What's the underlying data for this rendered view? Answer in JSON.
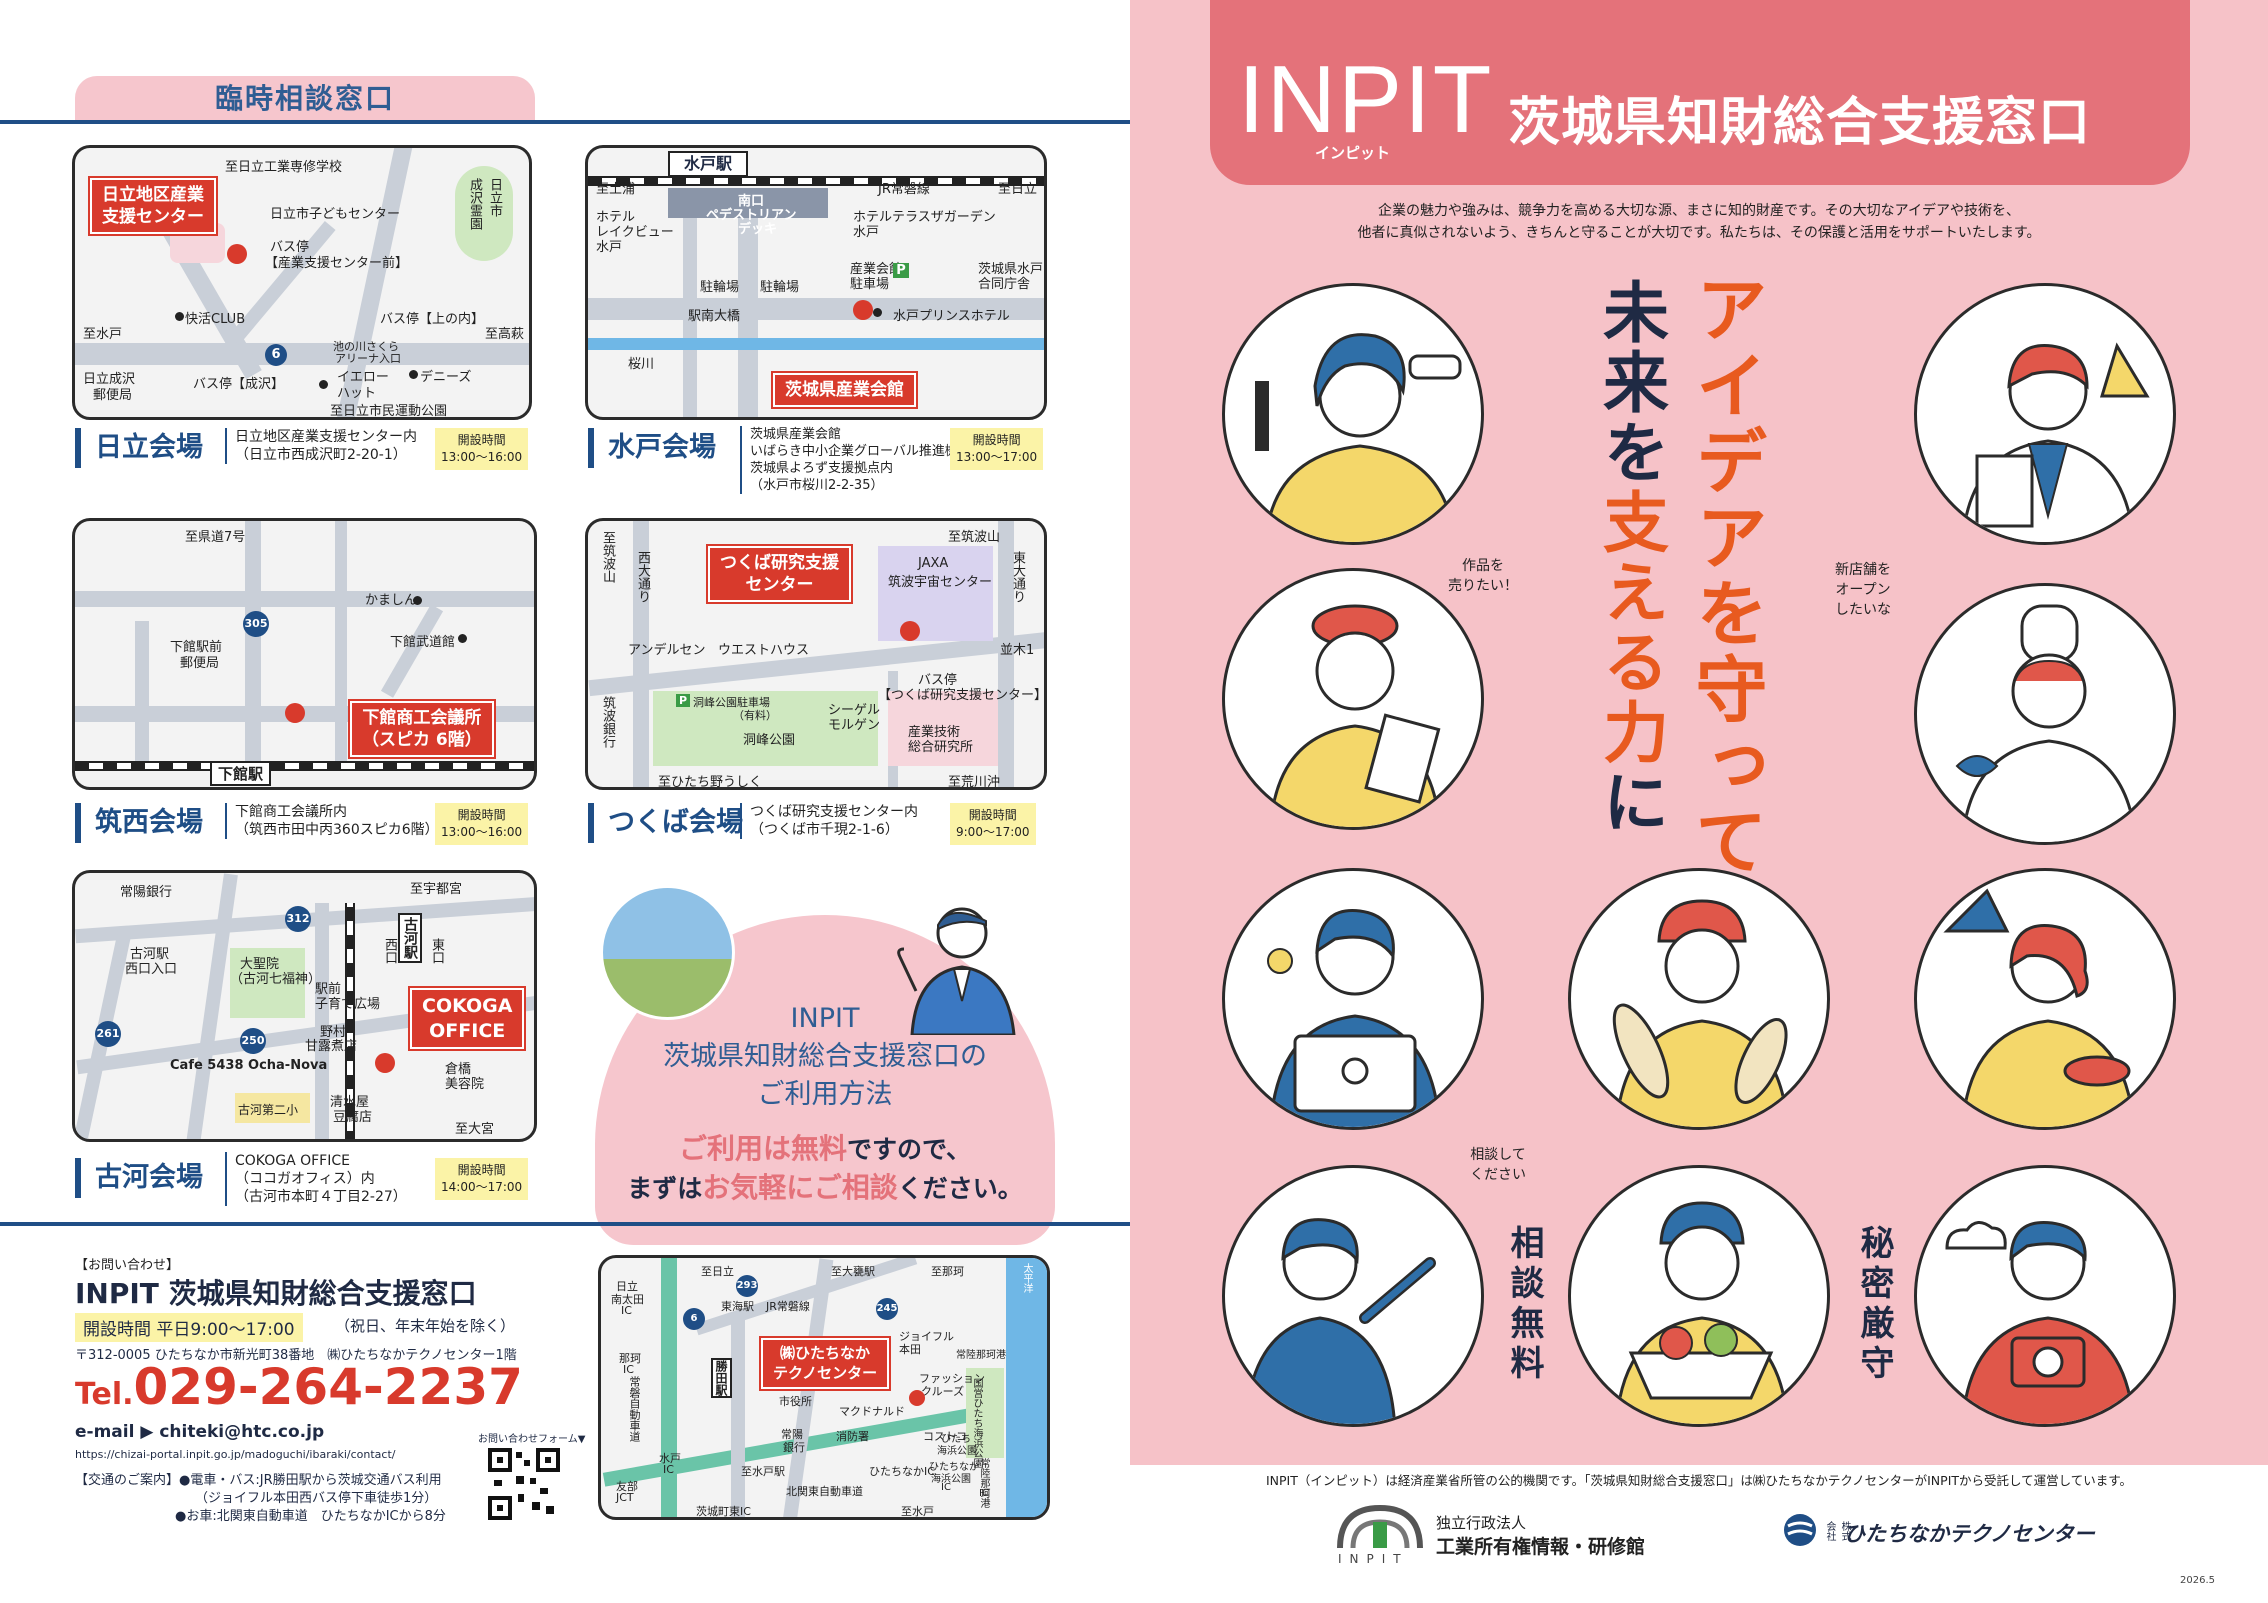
{
  "left": {
    "temp_title": "臨時相談窓口",
    "maps": {
      "hitachi": {
        "labels": [
          "至日立工業専修学校",
          "日立市子どもセンター",
          "バス停",
          "【産業支援センター前】",
          "快活CLUB",
          "至水戸",
          "日立成沢",
          "郵便局",
          "バス停【成沢】",
          "池の川さくら",
          "アリーナ入口",
          "イエロー",
          "ハット",
          "デニーズ",
          "至日立市民運動公園",
          "バス停【上の内】",
          "至高萩",
          "成沢霊園",
          "日立市",
          "6"
        ],
        "callout": [
          "日立地区産業",
          "支援センター"
        ]
      },
      "mito": {
        "labels": [
          "水戸駅",
          "至土浦",
          "JR常磐線",
          "至日立",
          "南口",
          "ペデストリアン",
          "デッキ",
          "ホテル",
          "レイクビュー",
          "水戸",
          "ホテルテラスザガーデン",
          "水戸",
          "産業会館",
          "駐車場",
          "茨城県水戸",
          "合同庁舎",
          "駐輪場",
          "駐輪場",
          "駅南大橋",
          "水戸プリンスホテル",
          "桜川",
          "P"
        ],
        "callout": [
          "茨城県産業会館"
        ]
      },
      "chikusei": {
        "labels": [
          "至県道7号",
          "かましん",
          "下館駅前",
          "郵便局",
          "下館武道館",
          "下館駅",
          "305"
        ],
        "callout": [
          "下館商工会議所",
          "（スピカ 6階）"
        ]
      },
      "tsukuba": {
        "labels": [
          "至筑波山",
          "至筑波山",
          "西大通り",
          "東大通り",
          "JAXA",
          "筑波宇宙センター",
          "並木1",
          "アンデルセン",
          "ウエストハウス",
          "バス停",
          "【つくば研究支援センター】",
          "筑波銀行",
          "洞峰公園駐車場",
          "（有料）",
          "洞峰公園",
          "シーゲル",
          "モルゲン",
          "産業技術",
          "総合研究所",
          "至ひたち野うしく",
          "至荒川沖",
          "P"
        ],
        "callout": [
          "つくば研究支援",
          "センター"
        ]
      },
      "koga": {
        "labels": [
          "常陽銀行",
          "至宇都宮",
          "古河駅",
          "西口入口",
          "大聖院",
          "（古河七福神）",
          "駅前",
          "子育て広場",
          "野村",
          "甘露煮店",
          "Cafe 5438 Ocha-Nova",
          "倉橋",
          "美容院",
          "清水屋",
          "豆腐店",
          "古河第二小",
          "至大宮",
          "古河駅",
          "西口",
          "東口",
          "312",
          "261",
          "250"
        ],
        "callout": [
          "COKOGA",
          "OFFICE"
        ]
      }
    },
    "venues": [
      {
        "name": "日立会場",
        "addr1": "日立地区産業支援センター内",
        "addr2": "（日立市西成沢町2-20-1）",
        "addr3": "",
        "addr4": "",
        "hours_label": "開設時間",
        "hours": "13:00～16:00"
      },
      {
        "name": "水戸会場",
        "addr1": "茨城県産業会館",
        "addr2": "いばらき中小企業グローバル推進機構",
        "addr3": "茨城県よろず支援拠点内",
        "addr4": "（水戸市桜川2-2-35）",
        "hours_label": "開設時間",
        "hours": "13:00～17:00"
      },
      {
        "name": "筑西会場",
        "addr1": "下館商工会議所内",
        "addr2": "（筑西市田中丙360スピカ6階）",
        "addr3": "",
        "addr4": "",
        "hours_label": "開設時間",
        "hours": "13:00～16:00"
      },
      {
        "name": "つくば会場",
        "addr1": "つくば研究支援センター内",
        "addr2": "（つくば市千現2-1-6）",
        "addr3": "",
        "addr4": "",
        "hours_label": "開設時間",
        "hours": "9:00～17:00"
      },
      {
        "name": "古河会場",
        "addr1": "COKOGA OFFICE",
        "addr2": "（ココガオフィス）内",
        "addr3": "（古河市本町４丁目2-27）",
        "addr4": "",
        "hours_label": "開設時間",
        "hours": "14:00～17:00"
      }
    ],
    "usage": {
      "line1": "INPIT",
      "line2": "茨城県知財総合支援窓口の",
      "line3": "ご利用方法",
      "free_a": "ご利用は無料",
      "free_b": "ですので、",
      "consult_a": "まずは",
      "consult_b": "お気軽にご相談",
      "consult_c": "ください。"
    },
    "contact": {
      "inquiry_label": "【お問い合わせ】",
      "org_name": "INPIT 茨城県知財総合支援窓口",
      "hours_text": "開設時間 平日9:00～17:00",
      "hours_note": "（祝日、年末年始を除く）",
      "address": "〒312-0005 ひたちなか市新光町38番地　㈱ひたちなかテクノセンター1階",
      "tel_prefix": "Tel.",
      "tel": "029-264-2237",
      "email": "e-mail ▶ chiteki@htc.co.jp",
      "url": "https://chizai-portal.inpit.go.jp/madoguchi/ibaraki/contact/",
      "form_label": "お問い合わせフォーム▼",
      "access_label": "【交通のご案内】",
      "access1": "●電車・バス:JR勝田駅から茨城交通バス利用",
      "access1b": "（ジョイフル本田西バス停下車徒歩1分）",
      "access2": "●お車:北関東自動車道　ひたちなかICから8分"
    },
    "hq_map": {
      "labels": [
        "至日立",
        "至大甕駅",
        "至那珂",
        "日立",
        "南太田",
        "IC",
        "那珂",
        "IC",
        "常磐自動車道",
        "水戸",
        "IC",
        "友部",
        "JCT",
        "至水戸駅",
        "茨城町東IC",
        "北関東自動車道",
        "勝田駅",
        "JR常磐線",
        "東海駅",
        "ジョイフル",
        "本田",
        "ファッション",
        "クルーズ",
        "市役所",
        "マクドナルド",
        "常陽",
        "銀行",
        "消防署",
        "コストコ",
        "ひたちなかIC",
        "ひたちなか",
        "海浜公園",
        "IC",
        "ひたち",
        "海浜公園",
        "至水戸",
        "常陸那珂港",
        "IC",
        "常陸那珂港",
        "国営ひたち海浜公園",
        "太平洋",
        "293",
        "245",
        "6"
      ],
      "callout": [
        "㈱ひたちなか",
        "テクノセンター"
      ]
    }
  },
  "right": {
    "brand": "INPIT",
    "brand_ruby": "インピット",
    "title": "茨城県知財総合支援窓口",
    "intro1": "企業の魅力や強みは、競争力を高める大切な源、まさに知的財産です。その大切なアイデアや技術を、",
    "intro2": "他者に真似されないよう、きちんと守ることが大切です。私たちは、その保護と活用をサポートいたします。",
    "catch_col1": "アイデアを守って",
    "catch_col2a": "未来を",
    "catch_col2b": "支える力",
    "catch_col2c": "に",
    "bubble_sell": [
      "作品を",
      "売りたい！"
    ],
    "bubble_shop": [
      "新店舗を",
      "オープン",
      "したいな"
    ],
    "bubble_consult": [
      "相談して",
      "ください"
    ],
    "feature_free": "相談無料",
    "feature_secret": "秘密厳守",
    "footer_note": "INPIT（インピット）は経済産業省所管の公的機関です。「茨城県知財総合支援窓口」は㈱ひたちなかテクノセンターがINPITから受託して運営しています。",
    "logo1_sub": "独立行政法人",
    "logo1_name": "工業所有権情報・研修館",
    "logo1_mark": "INPIT",
    "logo2_prefix": "株式会社",
    "logo2_name": "ひたちなかテクノセンター",
    "edition": "2026.5"
  },
  "colors": {
    "navy": "#1f4e86",
    "red": "#d83a2c",
    "pink": "#f6c2c8",
    "coral": "#e4727a",
    "orange": "#e85a1f",
    "yellow": "#fbf3a7"
  }
}
